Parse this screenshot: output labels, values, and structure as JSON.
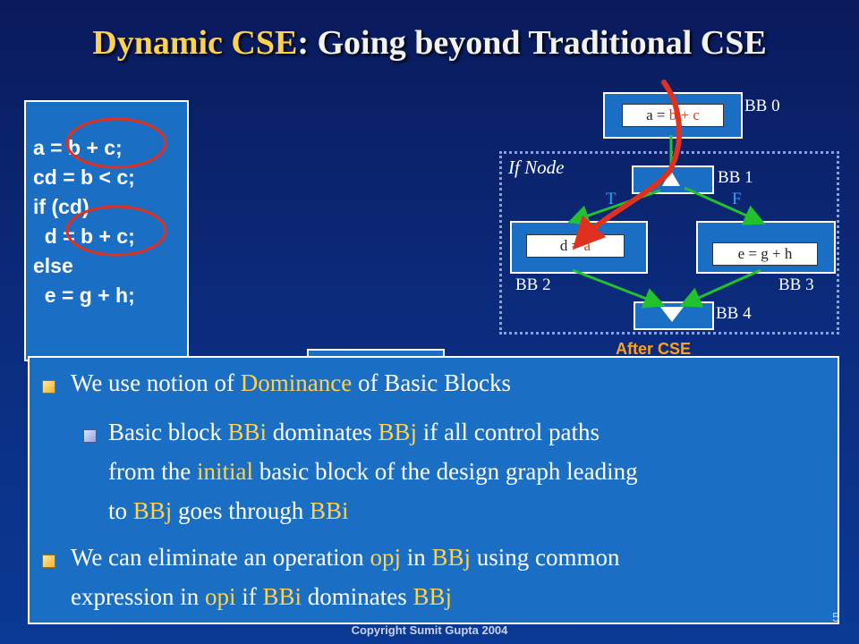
{
  "title": {
    "part1": "Dynamic CSE",
    "part2": ": Going beyond Traditional CSE"
  },
  "code": {
    "lines": [
      "a = b + c;",
      "cd = b < c;",
      "if (cd)",
      "  d = b + c;",
      "else",
      "  e = g + h;"
    ]
  },
  "diagram": {
    "bb0_label": "BB 0",
    "bb1_label": "BB 1",
    "bb2_label": "BB 2",
    "bb3_label": "BB 3",
    "bb4_label": "BB 4",
    "if_node_label": "If Node",
    "true_label": "T",
    "false_label": "F",
    "bb0_stmt": {
      "lhs": "a = ",
      "rhs": "b + c"
    },
    "bb2_stmt": {
      "lhs": "d = ",
      "rhs": "a"
    },
    "bb3_stmt": "e = g + h",
    "after_cse_label": "After CSE",
    "colors": {
      "edge": "#22c22e",
      "arrow": "#e0301e",
      "highlight_circle": "#e0301e"
    }
  },
  "bullets": {
    "b1": {
      "t1": "We use notion of ",
      "t2": "Dominance",
      "t3": " of Basic Blocks"
    },
    "sub1": {
      "t1": "Basic block ",
      "t2": "BBi",
      "t3": " dominates ",
      "t4": "BBj",
      "t5": " if all control paths",
      "t6": "from the ",
      "t7": "initial",
      "t8": " basic block of the design graph leading",
      "t9": "to ",
      "t10": "BBj",
      "t11": " goes through ",
      "t12": "BBi"
    },
    "b2": {
      "t1": "We can eliminate an operation ",
      "t2": "opj",
      "t3": " in ",
      "t4": "BBj",
      "t5": " using common",
      "t6": "expression in ",
      "t7": "opi",
      "t8": " if ",
      "t9": "BBi",
      "t10": " dominates ",
      "t11": "BBj"
    }
  },
  "footer": {
    "copyright": "Copyright Sumit Gupta 2004",
    "slide_number": "5"
  }
}
